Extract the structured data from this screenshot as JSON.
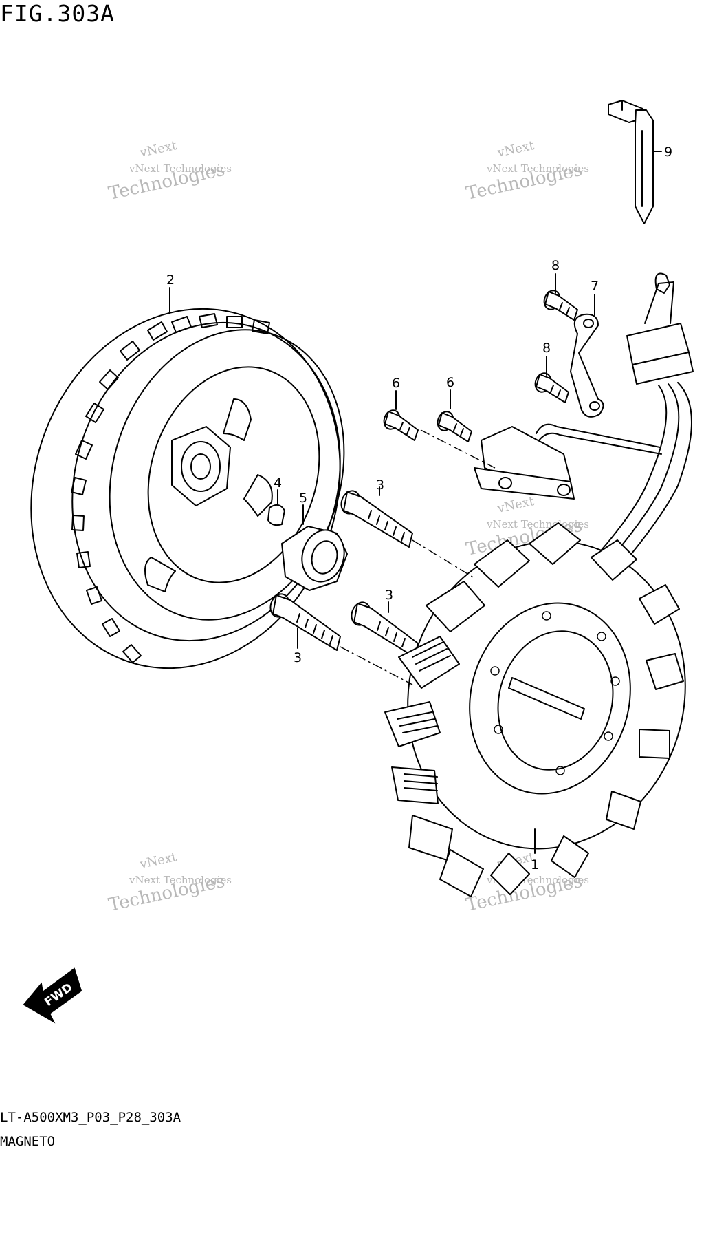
{
  "figure": {
    "title": "FIG.303A",
    "code": "LT-A500XM3_P03_P28_303A",
    "name": "MAGNETO"
  },
  "watermark": {
    "line1": "vNext",
    "line2": "vNext Technologies",
    "line3": "Technologies"
  },
  "callouts": {
    "part1": "1",
    "part2": "2",
    "part3a": "3",
    "part3b": "3",
    "part3c": "3",
    "part4": "4",
    "part5": "5",
    "part6a": "6",
    "part6b": "6",
    "part7": "7",
    "part8a": "8",
    "part8b": "8",
    "part9": "9"
  },
  "fwd_label": "FWD"
}
